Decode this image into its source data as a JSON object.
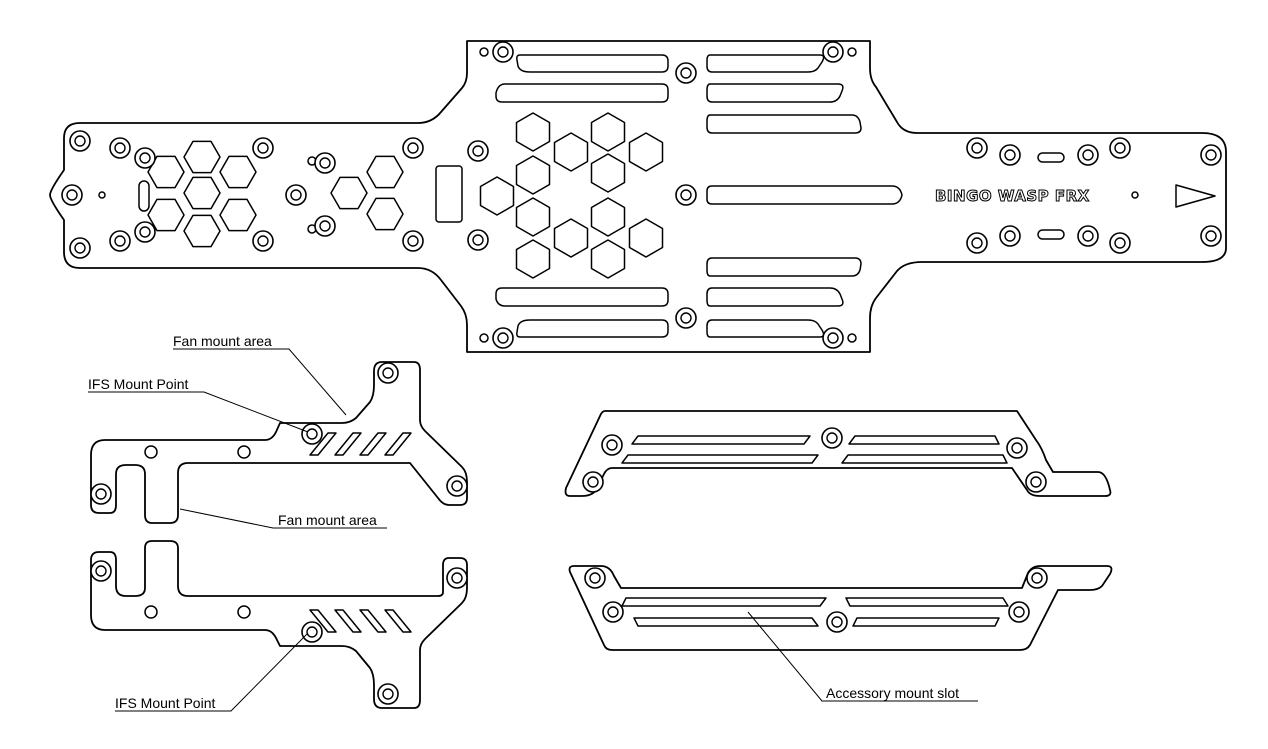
{
  "diagram": {
    "brand_text": "BINGO WASP FRX",
    "labels": {
      "fan_mount_top": "Fan mount area",
      "ifs_mount_top": "IFS Mount Point",
      "fan_mount_middle": "Fan mount area",
      "ifs_mount_bottom": "IFS Mount Point",
      "accessory_slot": "Accessory mount slot"
    }
  }
}
